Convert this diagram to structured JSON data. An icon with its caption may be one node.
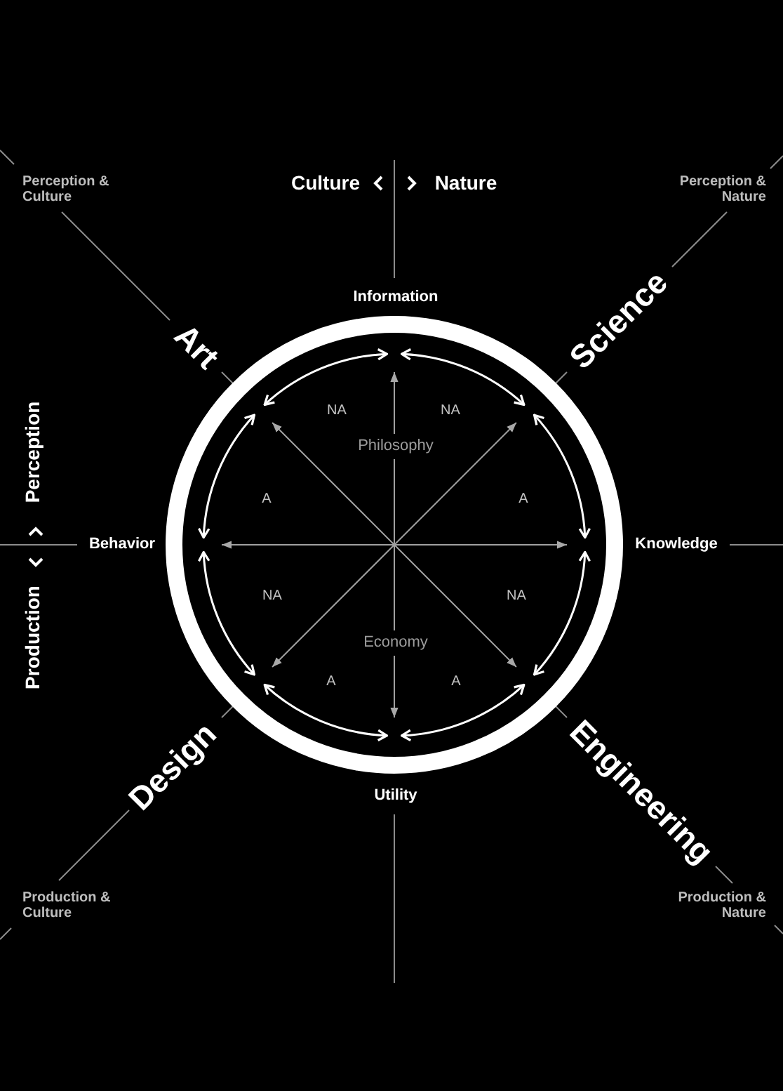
{
  "diagram": {
    "nodes": [
      {
        "text": [
          "NA",
          "NA",
          "Philosophy",
          "A",
          "A",
          "NA",
          "NA",
          "Economy",
          "A",
          "A"
        ]
      }
    ],
    "labels": [
      "Perception & Culture",
      "Culture",
      "Nature",
      "Perception & Nature",
      "Information",
      "Art",
      "Science",
      "Perception",
      "Behavior",
      "Knowledge",
      "Production",
      "Design",
      "Engineering",
      "Utility",
      "Production & Culture",
      "Production & Nature"
    ]
  }
}
